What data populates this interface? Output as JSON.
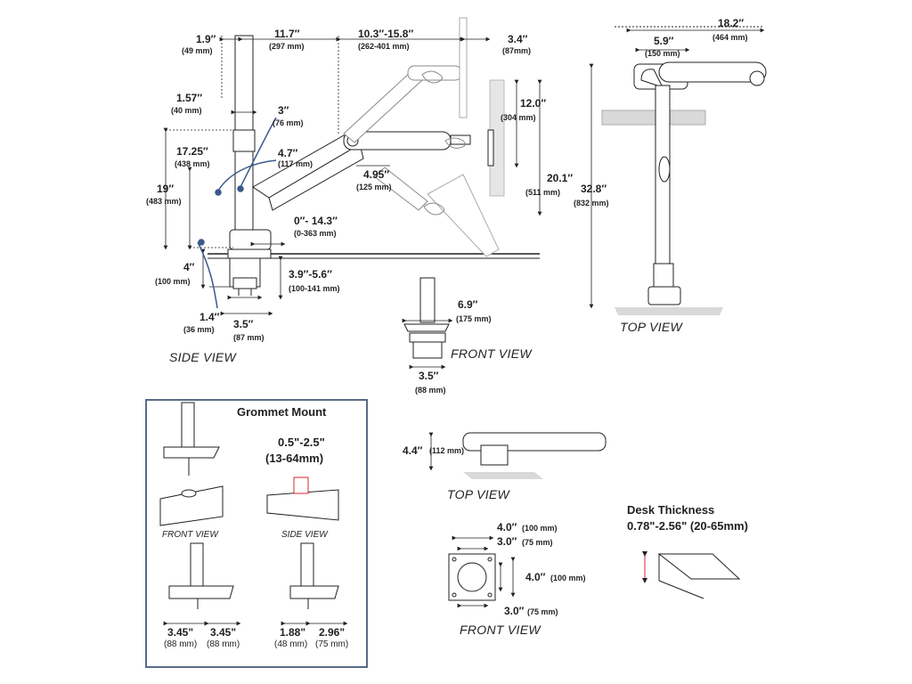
{
  "side": {
    "d1": "1.9″",
    "d1m": "(49 mm)",
    "d2": "11.7″",
    "d2m": "(297 mm)",
    "d3": "10.3″-15.8″",
    "d3m": "(262-401 mm)",
    "d4": "3.4″",
    "d4m": "(87mm)",
    "d5": "1.57″",
    "d5m": "(40 mm)",
    "d6": "3″",
    "d6m": "(76 mm)",
    "d7": "12.0″",
    "d7m": "(304 mm)",
    "d8": "17.25″",
    "d8m": "(438 mm)",
    "d9": "4.7″",
    "d9m": "(117 mm)",
    "d10": "19″",
    "d10m": "(483 mm)",
    "d11": "4.95″",
    "d11m": "(125 mm)",
    "d12": "20.1″",
    "d12m": "(511 mm)",
    "d13": "0″- 14.3″",
    "d13m": "(0-363 mm)",
    "d14": "4″",
    "d14m": "(100 mm)",
    "d15": "3.9″-5.6″",
    "d15m": "(100-141 mm)",
    "d16": "1.4″",
    "d16m": "(36 mm)",
    "d17": "3.5″",
    "d17m": "(87 mm)",
    "title": "SIDE VIEW"
  },
  "top1": {
    "d1": "18.2″",
    "d1m": "(464 mm)",
    "d2": "5.9″",
    "d2m": "(150 mm)",
    "d3": "32.8″",
    "d3m": "(832 mm)",
    "title": "TOP VIEW"
  },
  "front1": {
    "d1": "6.9″",
    "d1m": "(175 mm)",
    "d2": "3.5″",
    "d2m": "(88 mm)",
    "title": "FRONT VIEW"
  },
  "grommet": {
    "title": "Grommet Mount",
    "range": "0.5\"-2.5\"",
    "range_mm": "(13-64mm)",
    "front_view": "FRONT VIEW",
    "side_view": "SIDE VIEW",
    "f1": "3.45\"",
    "f1m": "(88 mm)",
    "f2": "3.45\"",
    "f2m": "(88 mm)",
    "s1": "1.88\"",
    "s1m": "(48 mm)",
    "s2": "2.96\"",
    "s2m": "(75 mm)"
  },
  "top2": {
    "d1": "4.4″",
    "d1m": "(112 mm)",
    "title": "TOP VIEW"
  },
  "vesa": {
    "d1": "4.0″",
    "d1m": "(100 mm)",
    "d2": "3.0″",
    "d2m": "(75 mm)",
    "d3": "4.0″",
    "d3m": "(100 mm)",
    "d4": "3.0″",
    "d4m": "(75 mm)",
    "title": "FRONT VIEW"
  },
  "desk": {
    "title": "Desk Thickness",
    "range": "0.78\"-2.56\" (20-65mm)"
  },
  "colors": {
    "ink": "#231f20",
    "blue": "#3b5a8a",
    "shade": "#d9d9d9",
    "red": "#d9262c"
  }
}
